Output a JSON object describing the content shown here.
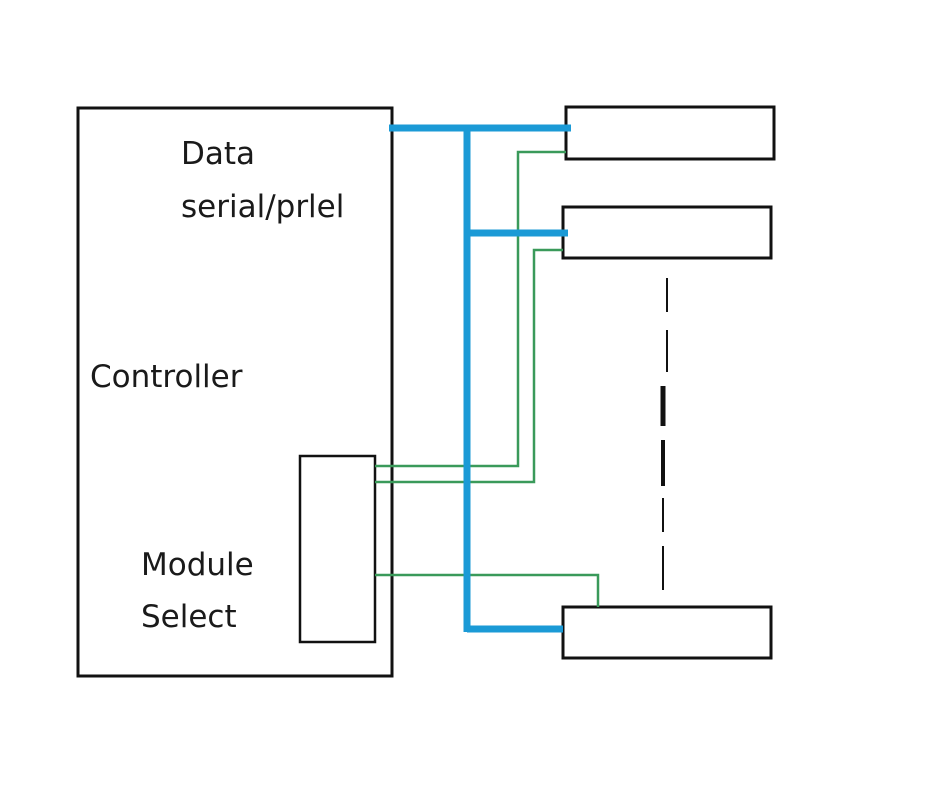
{
  "labels": {
    "data_line1": "Data",
    "data_line2": "serial/prlel",
    "controller": "Controller",
    "module_line1": "Module",
    "module_line2": "Select"
  },
  "colors": {
    "bus": "#1b9ad6",
    "select_line": "#3a9a5a",
    "outline": "#111111",
    "text": "#1a1a1a"
  },
  "modules": [
    {
      "id": "module-1"
    },
    {
      "id": "module-2"
    },
    {
      "id": "module-n"
    }
  ]
}
